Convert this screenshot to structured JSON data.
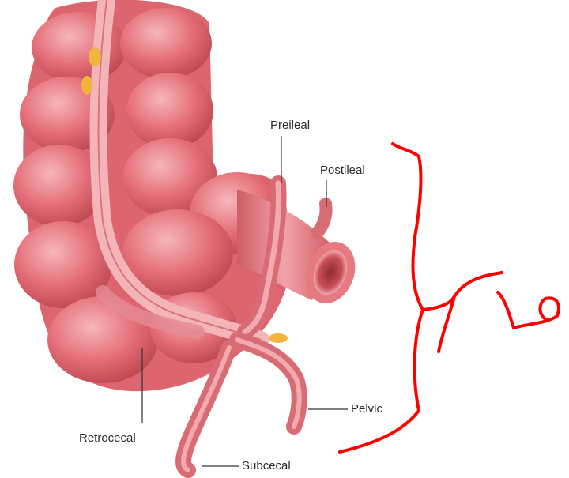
{
  "labels": {
    "preileal": "Preileal",
    "postileal": "Postileal",
    "pelvic": "Pelvic",
    "retrocecal": "Retrocecal",
    "subcecal": "Subcecal"
  },
  "colors": {
    "colon": "#e3707a",
    "colon_light": "#f3a9ae",
    "colon_dark": "#b9474f",
    "appendix": "#e98890",
    "fat": "#f2b43c",
    "annotation": "#ff0000",
    "leader_line": "#333333"
  }
}
